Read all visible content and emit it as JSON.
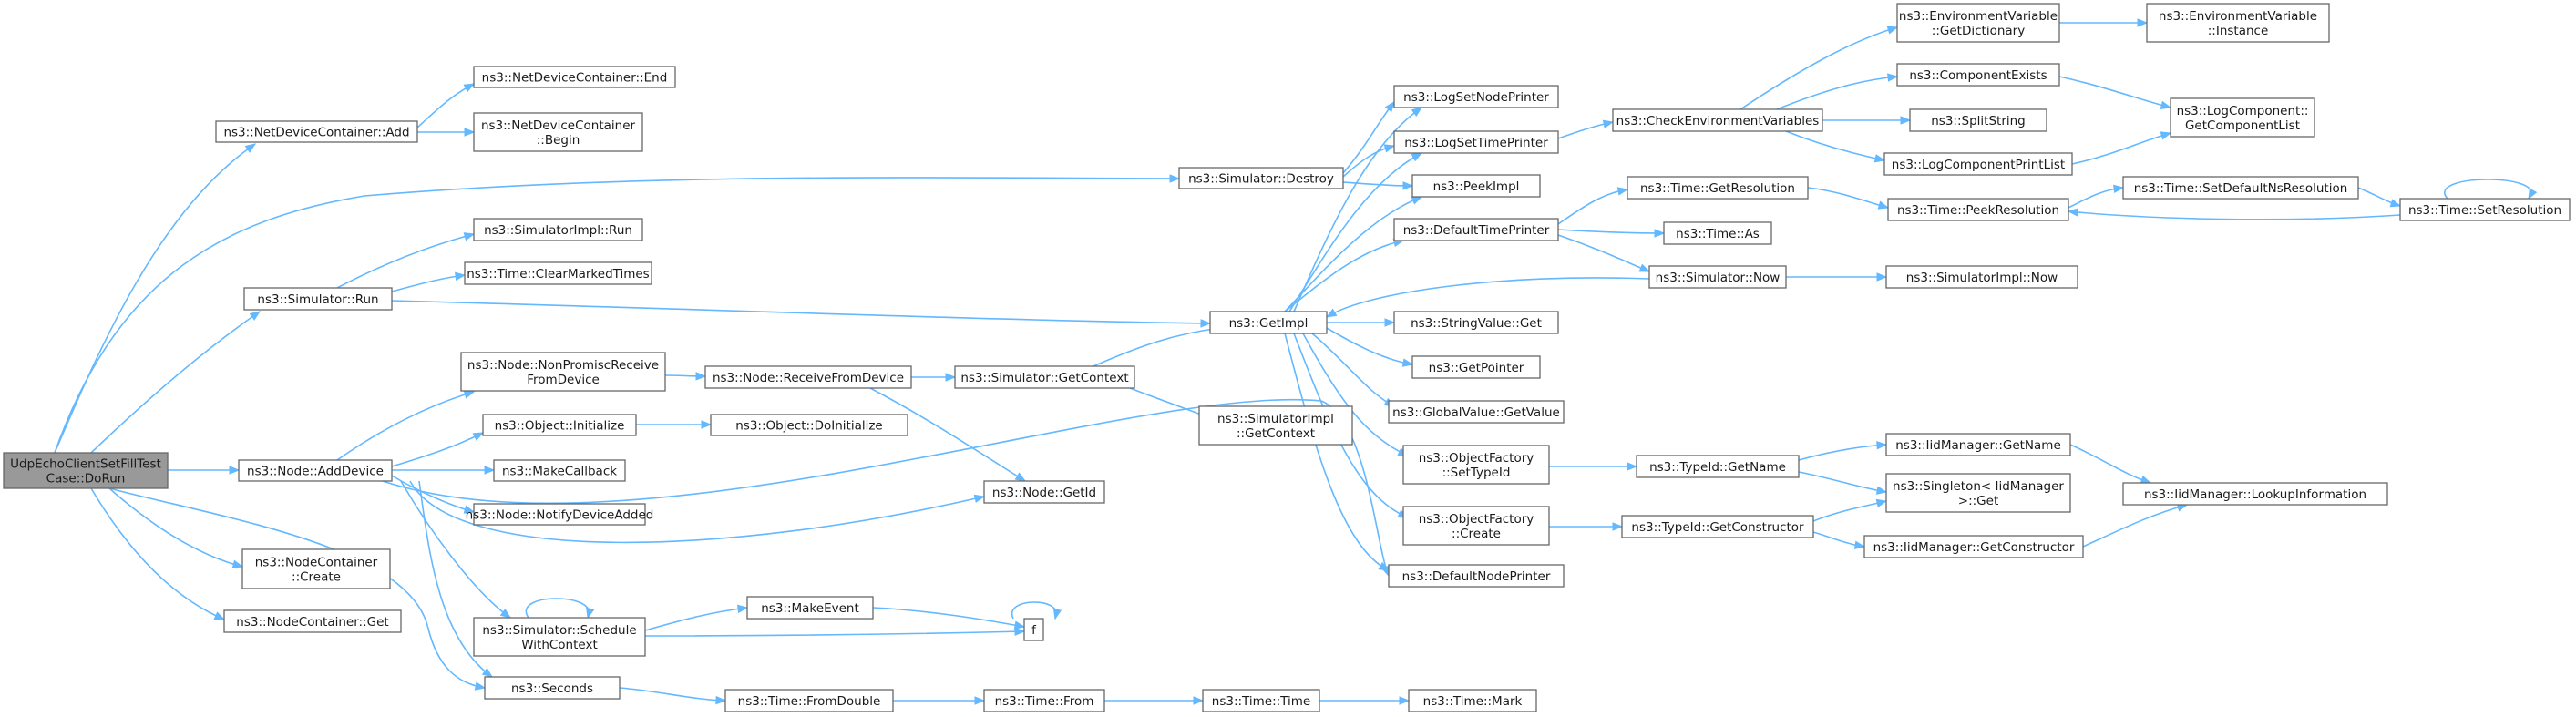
{
  "colors": {
    "edge": "#63b8ff",
    "node_border": "#666666",
    "node_fill": "#ffffff",
    "root_fill": "#999999"
  },
  "nodes": [
    {
      "id": "root",
      "lines": [
        "UdpEchoClientSetFillTest",
        "Case::DoRun"
      ],
      "root": true
    },
    {
      "id": "ndc_add",
      "lines": [
        "ns3::NetDeviceContainer::Add"
      ]
    },
    {
      "id": "ndc_end",
      "lines": [
        "ns3::NetDeviceContainer::End"
      ]
    },
    {
      "id": "ndc_begin",
      "lines": [
        "ns3::NetDeviceContainer",
        "::Begin"
      ]
    },
    {
      "id": "sim_destroy",
      "lines": [
        "ns3::Simulator::Destroy"
      ]
    },
    {
      "id": "simimpl_run",
      "lines": [
        "ns3::SimulatorImpl::Run"
      ]
    },
    {
      "id": "time_clear",
      "lines": [
        "ns3::Time::ClearMarkedTimes"
      ]
    },
    {
      "id": "sim_run",
      "lines": [
        "ns3::Simulator::Run"
      ]
    },
    {
      "id": "node_npr",
      "lines": [
        "ns3::Node::NonPromiscReceive",
        "FromDevice"
      ]
    },
    {
      "id": "node_rfd",
      "lines": [
        "ns3::Node::ReceiveFromDevice"
      ]
    },
    {
      "id": "sim_getctx",
      "lines": [
        "ns3::Simulator::GetContext"
      ]
    },
    {
      "id": "simimpl_getctx",
      "lines": [
        "ns3::SimulatorImpl",
        "::GetContext"
      ]
    },
    {
      "id": "obj_init",
      "lines": [
        "ns3::Object::Initialize"
      ]
    },
    {
      "id": "obj_doinit",
      "lines": [
        "ns3::Object::DoInitialize"
      ]
    },
    {
      "id": "node_adddev",
      "lines": [
        "ns3::Node::AddDevice"
      ]
    },
    {
      "id": "makecb",
      "lines": [
        "ns3::MakeCallback"
      ]
    },
    {
      "id": "node_notify",
      "lines": [
        "ns3::Node::NotifyDeviceAdded"
      ]
    },
    {
      "id": "node_getid",
      "lines": [
        "ns3::Node::GetId"
      ]
    },
    {
      "id": "nc_create",
      "lines": [
        "ns3::NodeContainer",
        "::Create"
      ]
    },
    {
      "id": "nc_get",
      "lines": [
        "ns3::NodeContainer::Get"
      ]
    },
    {
      "id": "sim_swc",
      "lines": [
        "ns3::Simulator::Schedule",
        "WithContext"
      ]
    },
    {
      "id": "makeevent",
      "lines": [
        "ns3::MakeEvent"
      ]
    },
    {
      "id": "f",
      "lines": [
        "f"
      ]
    },
    {
      "id": "seconds",
      "lines": [
        "ns3::Seconds"
      ]
    },
    {
      "id": "time_fromdouble",
      "lines": [
        "ns3::Time::FromDouble"
      ]
    },
    {
      "id": "time_from",
      "lines": [
        "ns3::Time::From"
      ]
    },
    {
      "id": "time_time",
      "lines": [
        "ns3::Time::Time"
      ]
    },
    {
      "id": "time_mark",
      "lines": [
        "ns3::Time::Mark"
      ]
    },
    {
      "id": "getimpl",
      "lines": [
        "ns3::GetImpl"
      ]
    },
    {
      "id": "lognodeprinter",
      "lines": [
        "ns3::LogSetNodePrinter"
      ]
    },
    {
      "id": "logtimeprinter",
      "lines": [
        "ns3::LogSetTimePrinter"
      ]
    },
    {
      "id": "peekimpl",
      "lines": [
        "ns3::PeekImpl"
      ]
    },
    {
      "id": "deftimeprinter",
      "lines": [
        "ns3::DefaultTimePrinter"
      ]
    },
    {
      "id": "strval_get",
      "lines": [
        "ns3::StringValue::Get"
      ]
    },
    {
      "id": "getpointer",
      "lines": [
        "ns3::GetPointer"
      ]
    },
    {
      "id": "gv_getvalue",
      "lines": [
        "ns3::GlobalValue::GetValue"
      ]
    },
    {
      "id": "of_settypeid",
      "lines": [
        "ns3::ObjectFactory",
        "::SetTypeId"
      ]
    },
    {
      "id": "of_create",
      "lines": [
        "ns3::ObjectFactory",
        "::Create"
      ]
    },
    {
      "id": "defnodeprinter",
      "lines": [
        "ns3::DefaultNodePrinter"
      ]
    },
    {
      "id": "checkenv",
      "lines": [
        "ns3::CheckEnvironmentVariables"
      ]
    },
    {
      "id": "ev_getdict",
      "lines": [
        "ns3::EnvironmentVariable",
        "::GetDictionary"
      ]
    },
    {
      "id": "ev_instance",
      "lines": [
        "ns3::EnvironmentVariable",
        "::Instance"
      ]
    },
    {
      "id": "compexists",
      "lines": [
        "ns3::ComponentExists"
      ]
    },
    {
      "id": "splitstring",
      "lines": [
        "ns3::SplitString"
      ]
    },
    {
      "id": "logcompprint",
      "lines": [
        "ns3::LogComponentPrintList"
      ]
    },
    {
      "id": "logcomp_list",
      "lines": [
        "ns3::LogComponent::",
        "GetComponentList"
      ]
    },
    {
      "id": "time_getres",
      "lines": [
        "ns3::Time::GetResolution"
      ]
    },
    {
      "id": "time_as",
      "lines": [
        "ns3::Time::As"
      ]
    },
    {
      "id": "sim_now",
      "lines": [
        "ns3::Simulator::Now"
      ]
    },
    {
      "id": "simimpl_now",
      "lines": [
        "ns3::SimulatorImpl::Now"
      ]
    },
    {
      "id": "time_peekres",
      "lines": [
        "ns3::Time::PeekResolution"
      ]
    },
    {
      "id": "time_setdefns",
      "lines": [
        "ns3::Time::SetDefaultNsResolution"
      ]
    },
    {
      "id": "time_setres",
      "lines": [
        "ns3::Time::SetResolution"
      ]
    },
    {
      "id": "typeid_getname",
      "lines": [
        "ns3::TypeId::GetName"
      ]
    },
    {
      "id": "typeid_getctor",
      "lines": [
        "ns3::TypeId::GetConstructor"
      ]
    },
    {
      "id": "iid_getname",
      "lines": [
        "ns3::IidManager::GetName"
      ]
    },
    {
      "id": "singleton_get",
      "lines": [
        "ns3::Singleton< IidManager",
        ">::Get"
      ]
    },
    {
      "id": "iid_getctor",
      "lines": [
        "ns3::IidManager::GetConstructor"
      ]
    },
    {
      "id": "iid_lookup",
      "lines": [
        "ns3::IidManager::LookupInformation"
      ]
    }
  ]
}
